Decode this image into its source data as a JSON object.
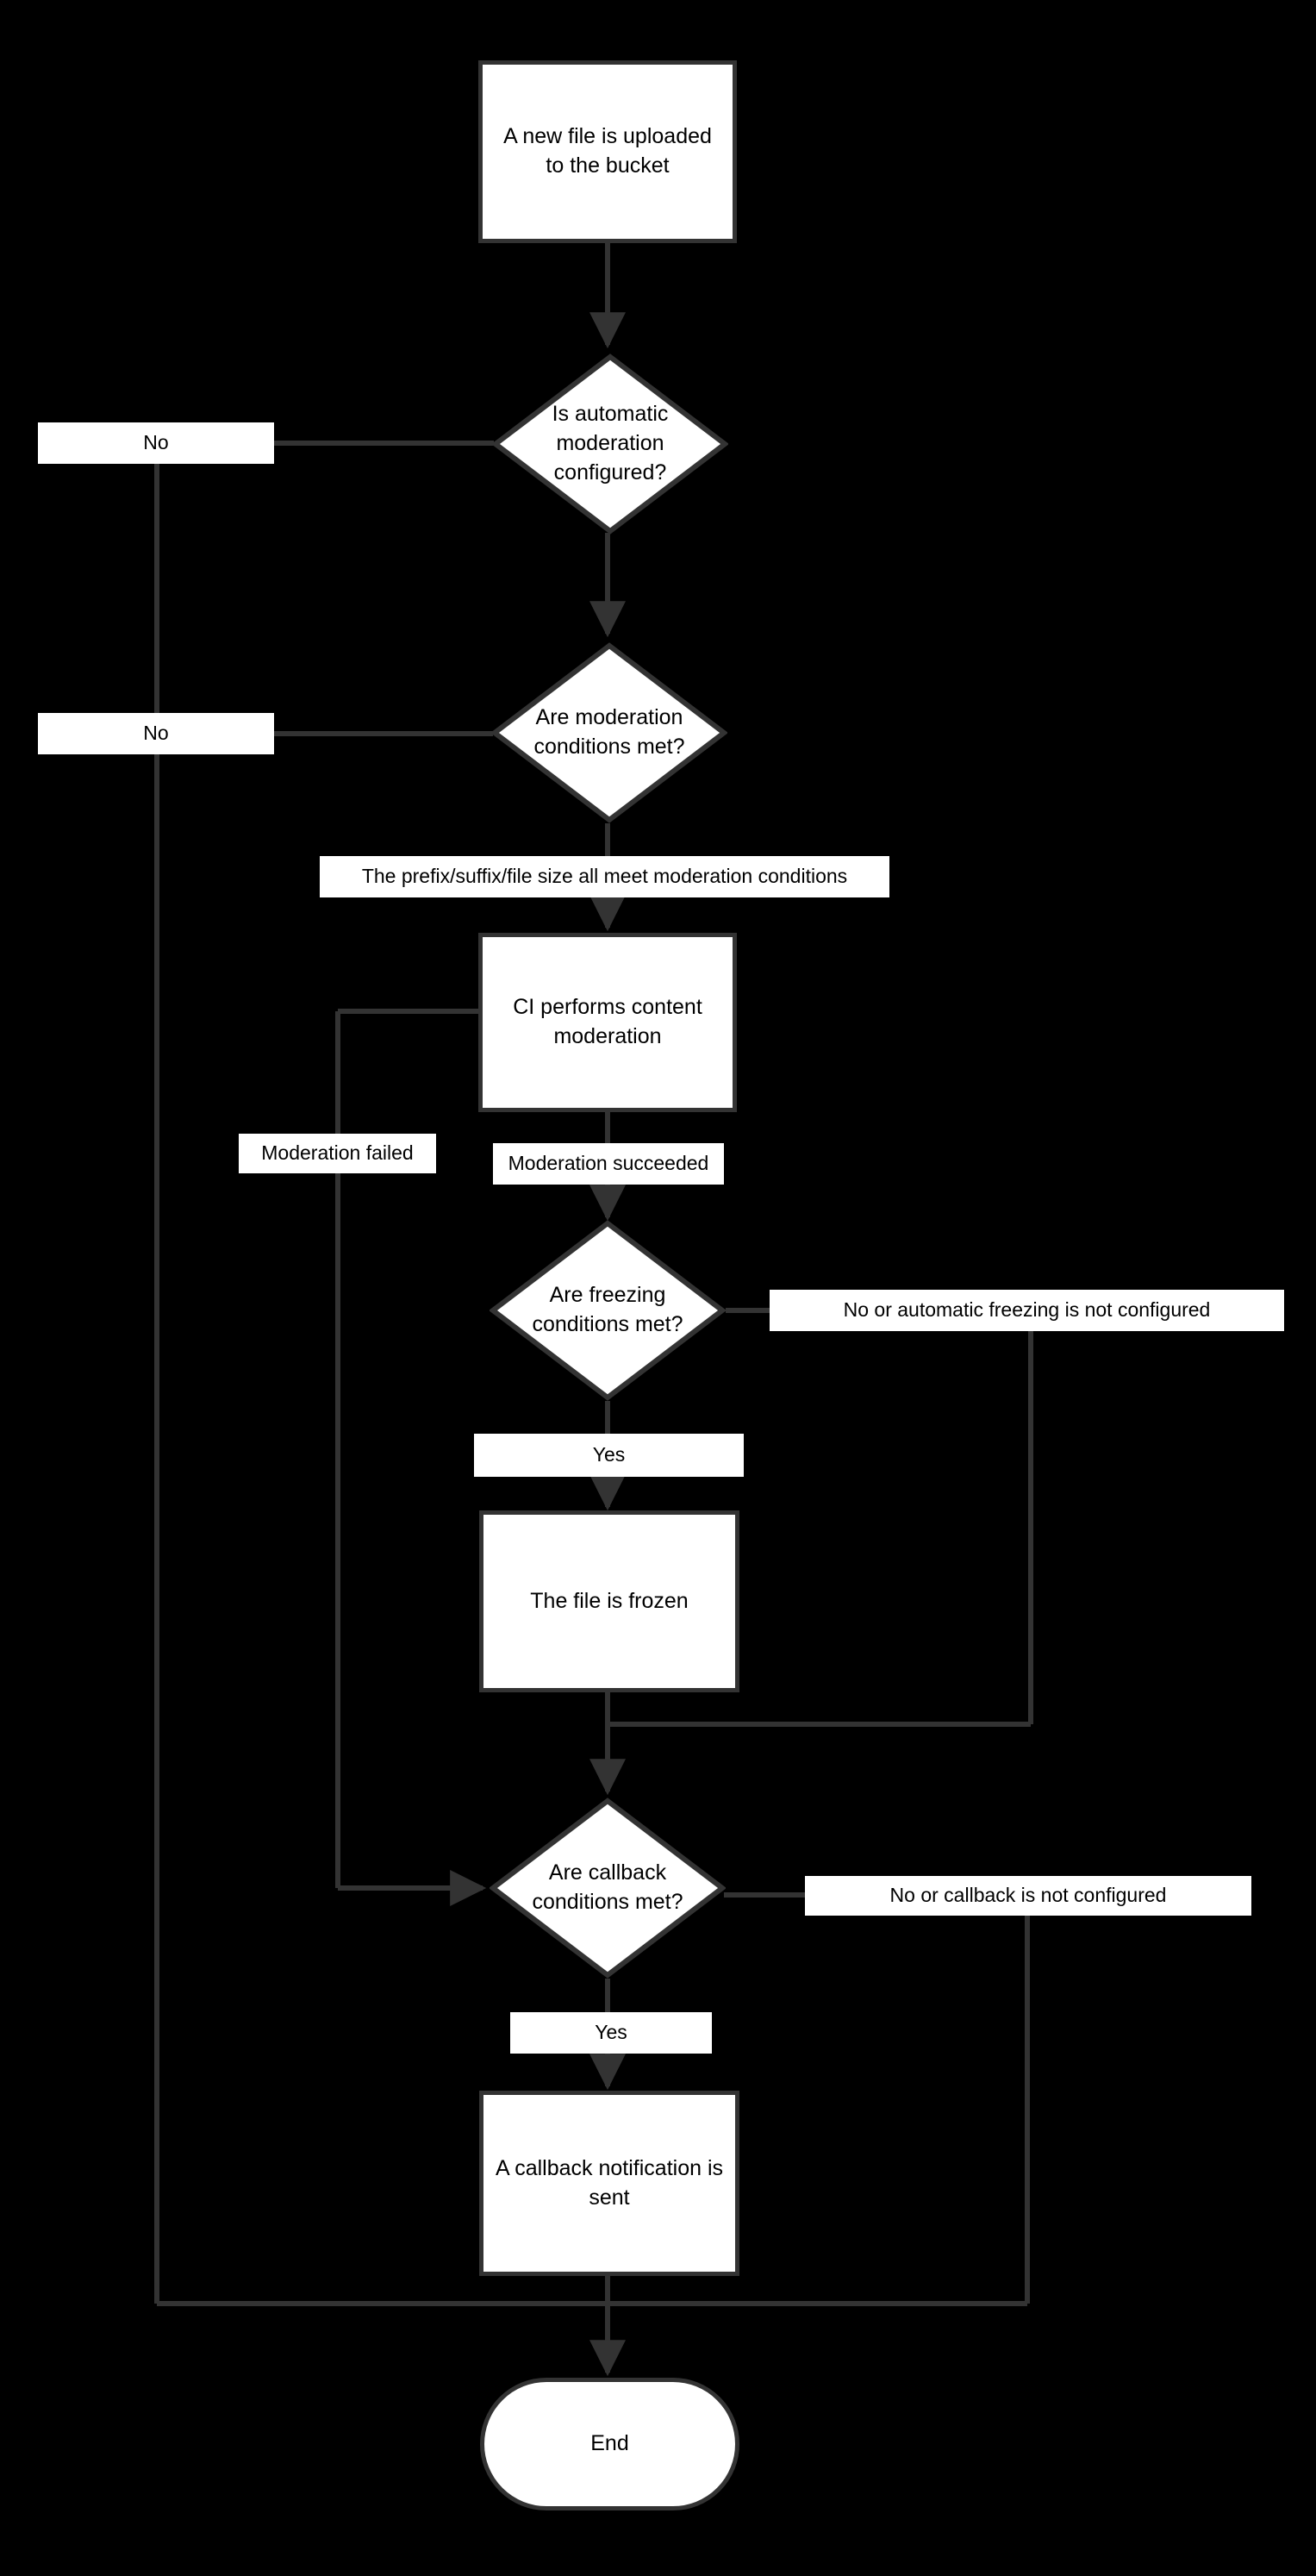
{
  "diagram": {
    "type": "flowchart",
    "title": "File upload moderation and callback flow",
    "background_color": "#000000",
    "node_fill_color": "#ffffff",
    "node_stroke_color": "#333333",
    "edge_color": "#333333",
    "text_color": "#000000"
  },
  "nodes": [
    {
      "id": "start",
      "shape": "process",
      "text": "A new file is uploaded to the bucket"
    },
    {
      "id": "d_auto",
      "shape": "decision",
      "text": "Is automatic moderation configured?"
    },
    {
      "id": "d_modcond",
      "shape": "decision",
      "text": "Are moderation conditions met?"
    },
    {
      "id": "ci",
      "shape": "process",
      "text": "CI performs content moderation"
    },
    {
      "id": "d_freeze",
      "shape": "decision",
      "text": "Are freezing conditions met?"
    },
    {
      "id": "frozen",
      "shape": "process",
      "text": "The file is frozen"
    },
    {
      "id": "d_callback",
      "shape": "decision",
      "text": "Are callback conditions met?"
    },
    {
      "id": "callback",
      "shape": "process",
      "text": "A callback notification is sent"
    },
    {
      "id": "end",
      "shape": "terminator",
      "text": "End"
    }
  ],
  "edge_labels": [
    {
      "id": "no_auto",
      "from": "d_auto",
      "to": "end",
      "text": "No"
    },
    {
      "id": "no_modcond",
      "from": "d_modcond",
      "to": "end",
      "text": "No"
    },
    {
      "id": "prefix_ok",
      "from": "d_modcond",
      "to": "ci",
      "text": "The prefix/suffix/file size all meet moderation conditions"
    },
    {
      "id": "mod_failed",
      "from": "ci",
      "to": "d_callback",
      "text": "Moderation failed"
    },
    {
      "id": "mod_succeeded",
      "from": "ci",
      "to": "d_freeze",
      "text": "Moderation succeeded"
    },
    {
      "id": "freeze_no",
      "from": "d_freeze",
      "to": "d_callback",
      "text": "No or automatic freezing is not configured"
    },
    {
      "id": "freeze_yes",
      "from": "d_freeze",
      "to": "frozen",
      "text": "Yes"
    },
    {
      "id": "callback_no",
      "from": "d_callback",
      "to": "end",
      "text": "No or callback is not configured"
    },
    {
      "id": "callback_yes",
      "from": "d_callback",
      "to": "callback",
      "text": "Yes"
    }
  ]
}
